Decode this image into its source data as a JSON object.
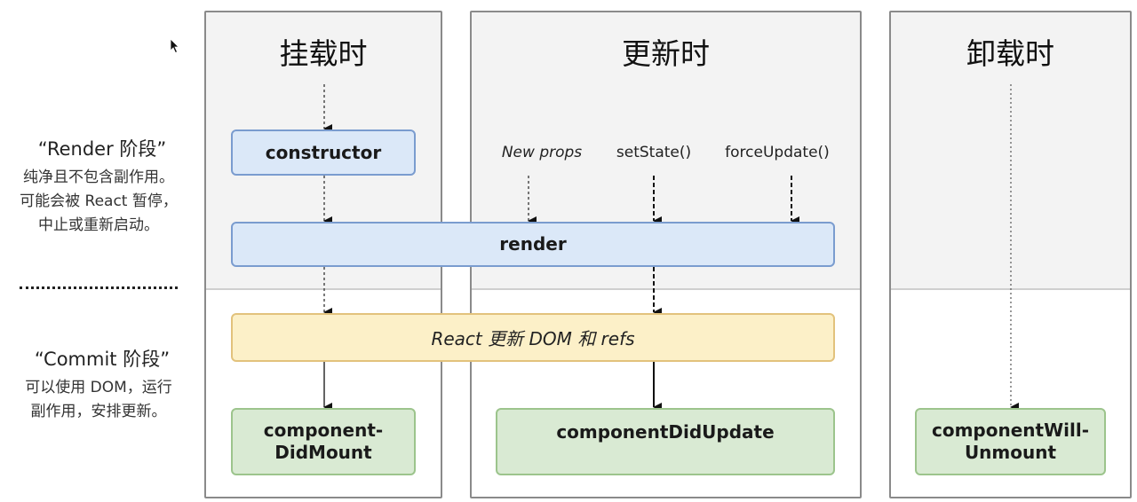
{
  "columns": {
    "mounting": {
      "title": "挂载时"
    },
    "updating": {
      "title": "更新时"
    },
    "unmounting": {
      "title": "卸载时"
    }
  },
  "phases": {
    "render": {
      "heading": "“Render 阶段”",
      "description": "纯净且不包含副作用。可能会被 React 暂停，中止或重新启动。"
    },
    "commit": {
      "heading": "“Commit 阶段”",
      "description": "可以使用 DOM，运行副作用，安排更新。"
    }
  },
  "triggers": {
    "new_props": "New props",
    "set_state": "setState()",
    "force_update": "forceUpdate()"
  },
  "nodes": {
    "constructor": "constructor",
    "render": "render",
    "react_updates_dom": "React 更新 DOM 和 refs",
    "component_did_mount": "component-\nDidMount",
    "component_did_update": "componentDidUpdate",
    "component_will_unmount": "componentWill-\nUnmount"
  },
  "colors": {
    "render_box": "#dbe8f8",
    "commit_box": "#fcf0c8",
    "lifecycle_box": "#d9ead3",
    "column_upper": "#f3f3f3"
  }
}
